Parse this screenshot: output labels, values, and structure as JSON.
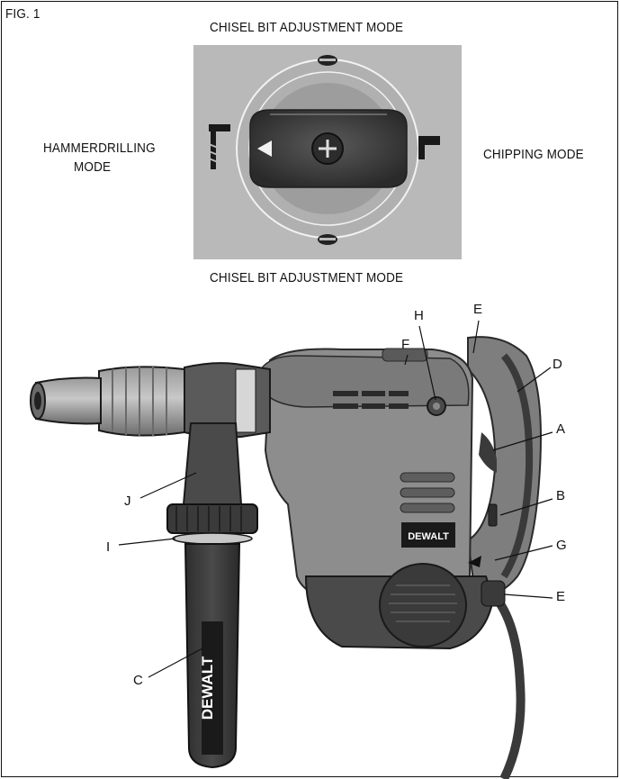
{
  "figure_label": "FIG. 1",
  "mode_labels": {
    "top": "CHISEL BIT ADJUSTMENT MODE",
    "bottom": "CHISEL BIT ADJUSTMENT MODE",
    "left_line1": "HAMMERDRILLING",
    "left_line2": "MODE",
    "right": "CHIPPING MODE"
  },
  "brand_text": "DEWALT",
  "callouts": [
    "A",
    "B",
    "C",
    "D",
    "E",
    "E",
    "F",
    "G",
    "H",
    "I",
    "J"
  ],
  "colors": {
    "panel_gray": "#b9b9b9",
    "tool_body": "#8d8d8d",
    "tool_dark": "#3e3e3e",
    "brand_black": "#1a1a1a"
  }
}
